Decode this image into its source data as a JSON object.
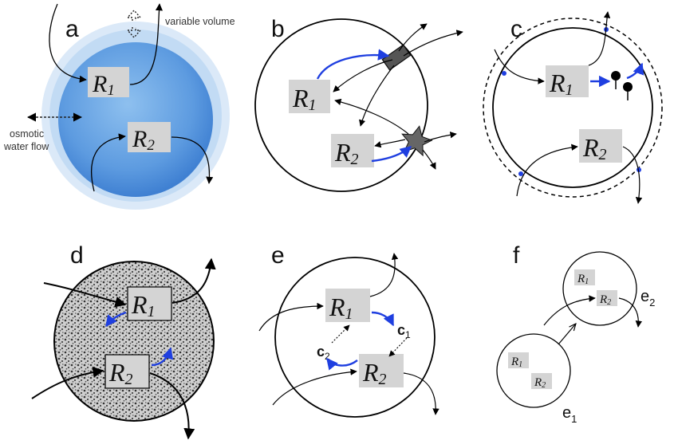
{
  "panels": {
    "a": {
      "label": "a",
      "r1": "R",
      "r1_sub": "1",
      "r2": "R",
      "r2_sub": "2",
      "variable_volume": "variable volume",
      "osmotic_line1": "osmotic",
      "osmotic_line2": "water flow"
    },
    "b": {
      "label": "b",
      "r1": "R",
      "r1_sub": "1",
      "r2": "R",
      "r2_sub": "2"
    },
    "c": {
      "label": "c",
      "r1": "R",
      "r1_sub": "1",
      "r2": "R",
      "r2_sub": "2"
    },
    "d": {
      "label": "d",
      "r1": "R",
      "r1_sub": "1",
      "r2": "R",
      "r2_sub": "2"
    },
    "e": {
      "label": "e",
      "r1": "R",
      "r1_sub": "1",
      "r2": "R",
      "r2_sub": "2",
      "c1": "c",
      "c1_sub": "1",
      "c2": "c",
      "c2_sub": "2"
    },
    "f": {
      "label": "f",
      "e1_r1": "R",
      "e1_r1_sub": "1",
      "e1_r2": "R",
      "e1_r2_sub": "2",
      "e2_r1": "R",
      "e2_r1_sub": "1",
      "e2_r2": "R",
      "e2_r2_sub": "2",
      "e1": "e",
      "e1_sub": "1",
      "e2": "e",
      "e2_sub": "2"
    }
  },
  "colors": {
    "blue_arrow": "#1f3fe0",
    "box_fill": "#d4d4d4",
    "outline": "#000000"
  }
}
